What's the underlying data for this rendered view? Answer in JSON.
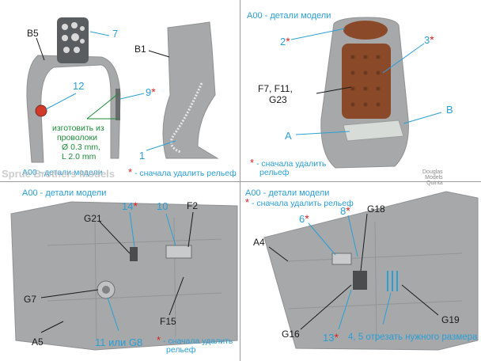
{
  "panels": {
    "tl": {
      "labels": {
        "b5": "B5",
        "b1": "B1",
        "n7": "7",
        "n12": "12",
        "n9": "9",
        "n1": "1"
      },
      "wire_note": [
        "изготовить из",
        "проволоки",
        "Ø 0.3 mm,",
        "L 2.0 mm"
      ],
      "footer_left": "A00 - детали модели",
      "footer_right": "- сначала удалить рельеф"
    },
    "tr": {
      "header": "A00 - детали модели",
      "labels": {
        "n2": "2",
        "n3": "3",
        "f7": "F7, F11,",
        "g23": "G23",
        "b": "B",
        "a": "A"
      },
      "note_line1": "- сначала удалить",
      "note_line2": "рельеф"
    },
    "bl": {
      "header": "A00 - детали модели",
      "labels": {
        "n14": "14",
        "n10": "10",
        "f2": "F2",
        "g21": "G21",
        "g7": "G7",
        "a5": "A5",
        "f15": "F15",
        "n11": "11 или G8"
      },
      "note_line1": "- сначала удалить",
      "note_line2": "рельеф"
    },
    "br": {
      "header": "A00 - детали модели",
      "note": "- сначала удалить рельеф",
      "labels": {
        "n6": "6",
        "n8": "8",
        "g18": "G18",
        "a4": "A4",
        "g16": "G16",
        "n13": "13",
        "n45": "4, 5 отрезать нужного размера",
        "g19": "G19"
      }
    }
  },
  "watermark": "Sprue Brothers Models",
  "brand_lines": [
    "Douglas",
    "Models",
    "Quinta"
  ],
  "colors": {
    "callout": "#2a9fd6",
    "required": "#e02020",
    "note_green": "#1e8c3a",
    "resin_grey": "#a6a8aa",
    "leather": "#8a4a2a"
  }
}
